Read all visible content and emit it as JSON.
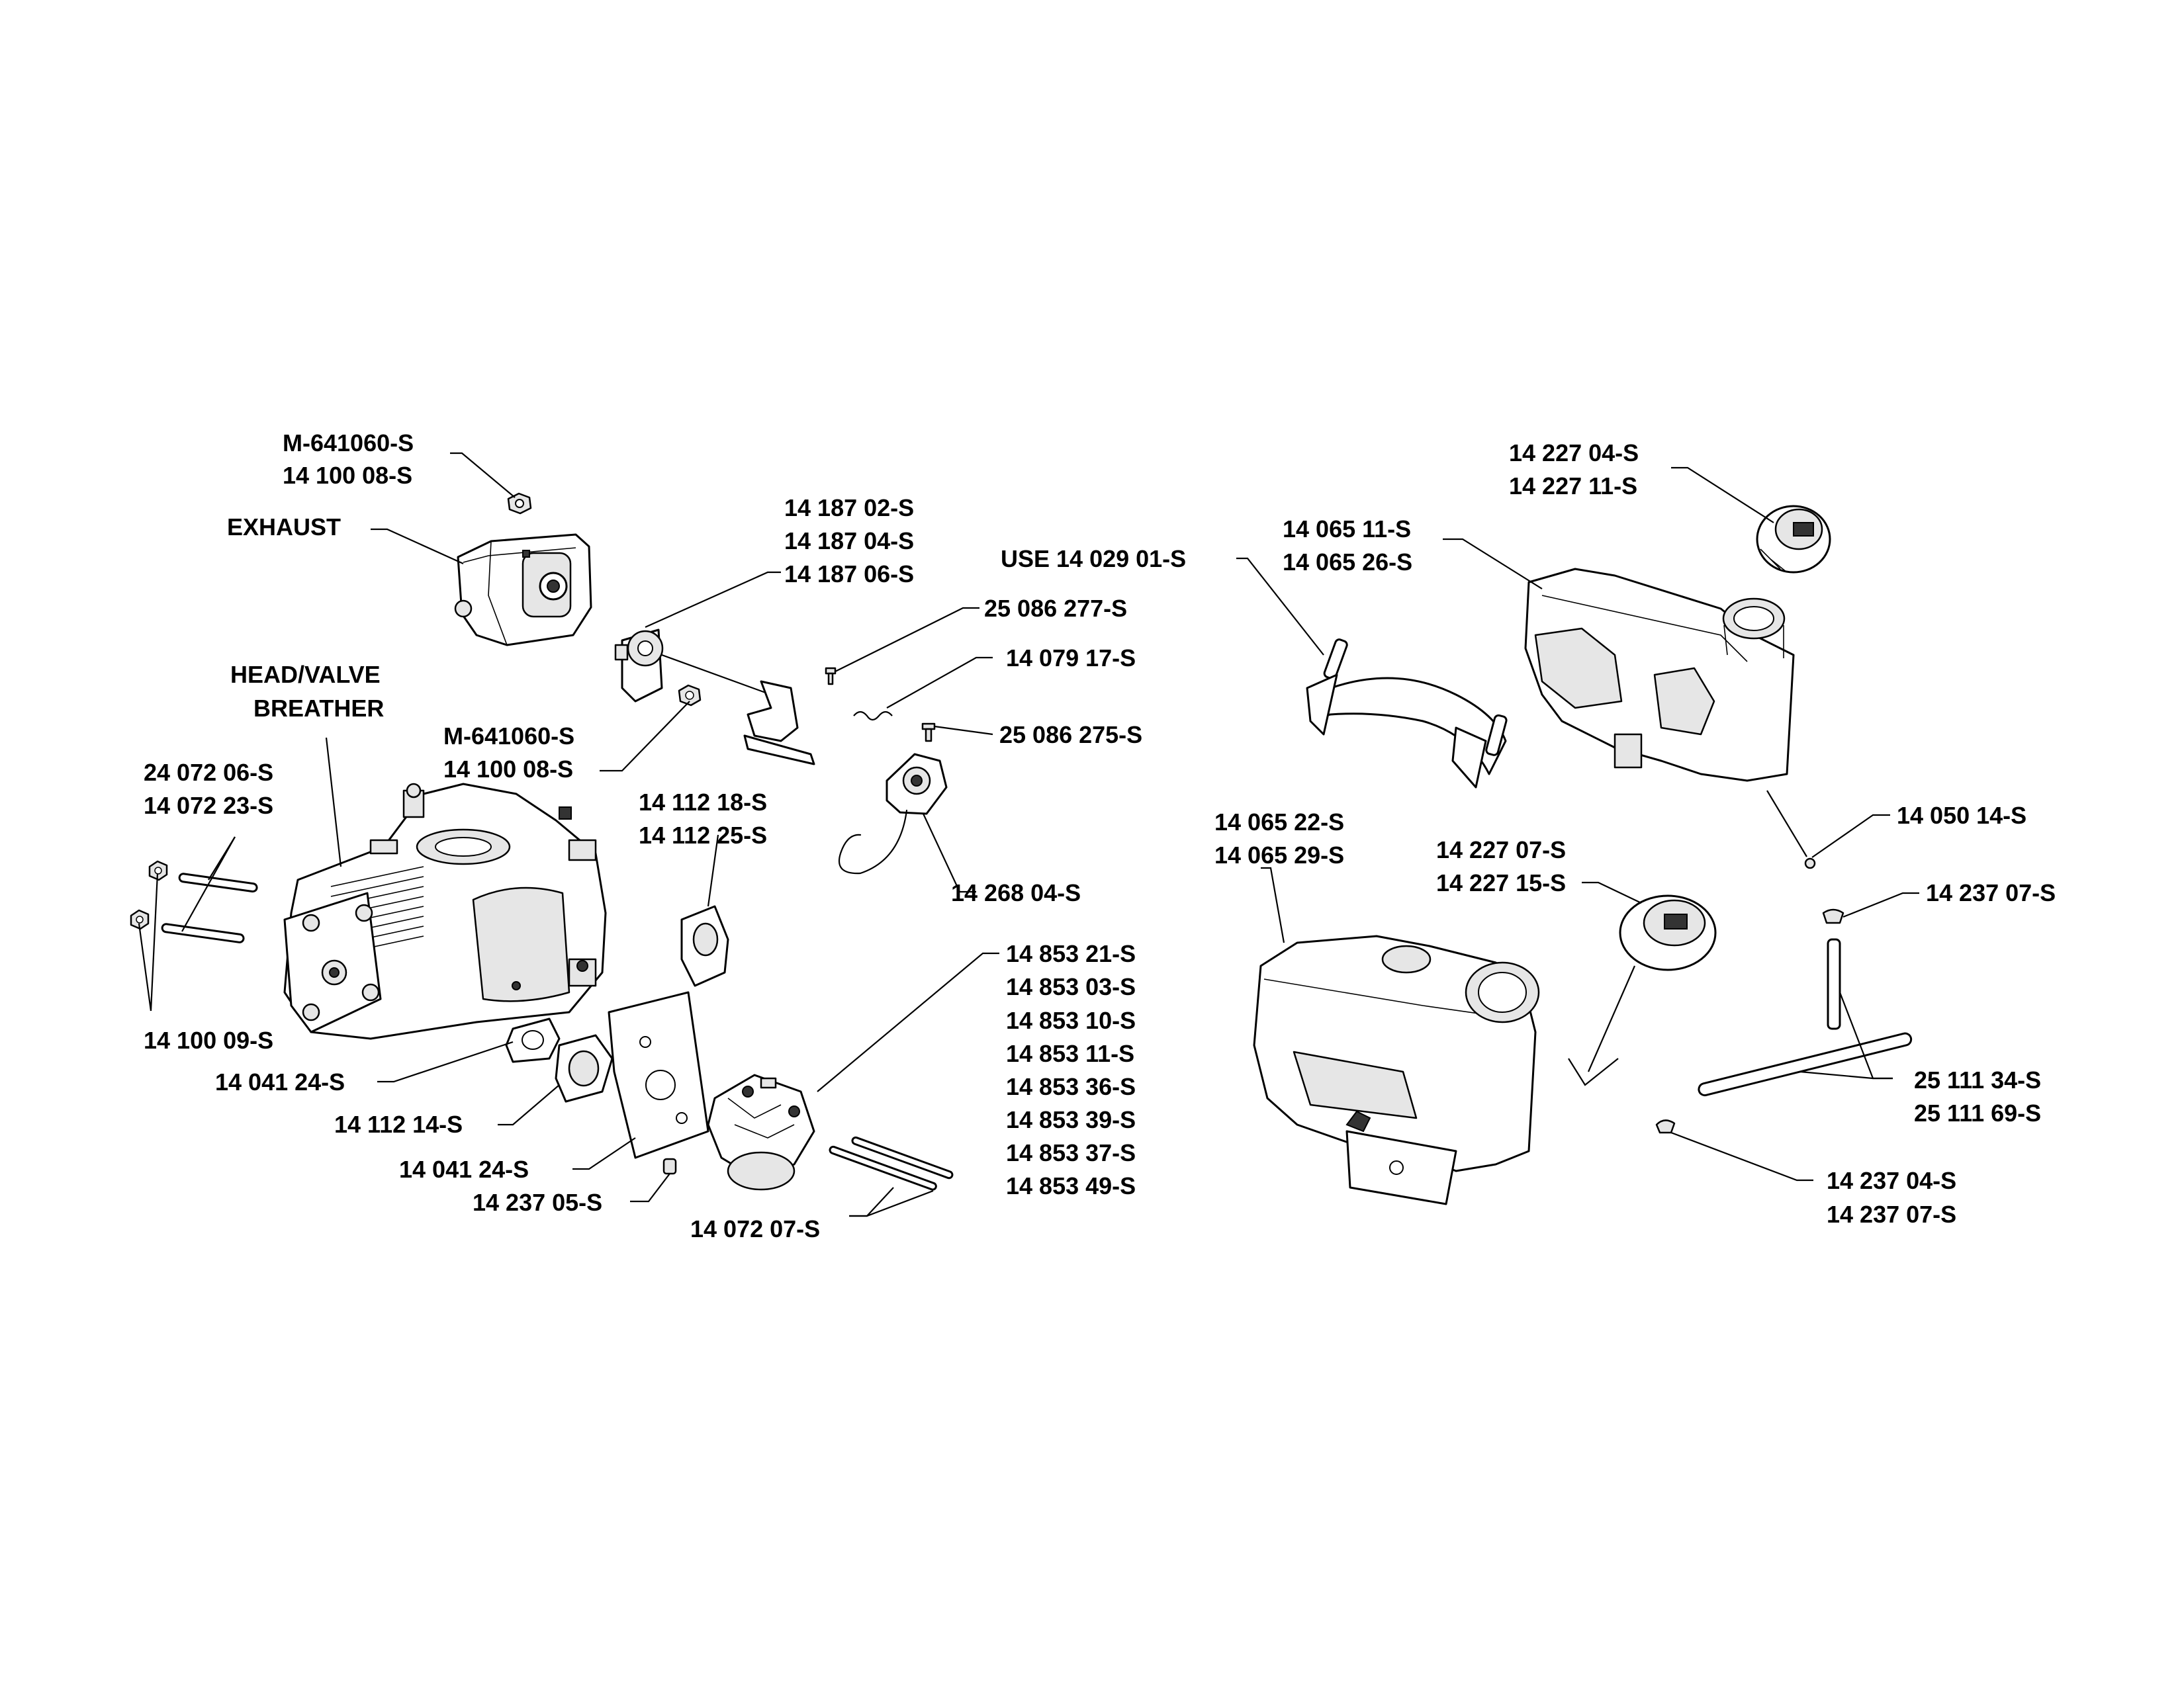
{
  "labels": {
    "nut_top_a": "M-641060-S",
    "nut_top_b": "14 100 08-S",
    "exhaust": "EXHAUST",
    "head_valve": "HEAD/VALVE",
    "breather": "BREATHER",
    "nut_mid_a": "M-641060-S",
    "nut_mid_b": "14 100 08-S",
    "stud_a": "24 072 06-S",
    "stud_b": "14 072 23-S",
    "nut_bottom": "14 100 09-S",
    "gasket_1": "14 041 24-S",
    "spacer_1": "14 112 14-S",
    "gasket_2": "14 041 24-S",
    "clamp_1": "14 237 05-S",
    "studs_carb": "14 072 07-S",
    "governor_a": "14 187 02-S",
    "governor_b": "14 187 04-S",
    "governor_c": "14 187 06-S",
    "screw_1": "25 086 277-S",
    "spring": "14 079 17-S",
    "screw_2": "25 086 275-S",
    "spacer_2a": "14 112 18-S",
    "spacer_2b": "14 112 25-S",
    "fuel_pump": "14 268 04-S",
    "carb": [
      "14 853 21-S",
      "14 853 03-S",
      "14 853 10-S",
      "14 853 11-S",
      "14 853 36-S",
      "14 853 39-S",
      "14 853 37-S",
      "14 853 49-S"
    ],
    "bracket": "USE 14 029 01-S",
    "tank_top_a": "14 065 11-S",
    "tank_top_b": "14 065 26-S",
    "cap_top_a": "14 227 04-S",
    "cap_top_b": "14 227 11-S",
    "valve": "14 050 14-S",
    "clamp_2": "14 237 07-S",
    "hose_a": "25 111 34-S",
    "hose_b": "25 111 69-S",
    "clamp_3a": "14 237 04-S",
    "clamp_3b": "14 237 07-S",
    "tank_bottom_a": "14 065 22-S",
    "tank_bottom_b": "14 065 29-S",
    "cap_bottom_a": "14 227 07-S",
    "cap_bottom_b": "14 227 15-S"
  }
}
